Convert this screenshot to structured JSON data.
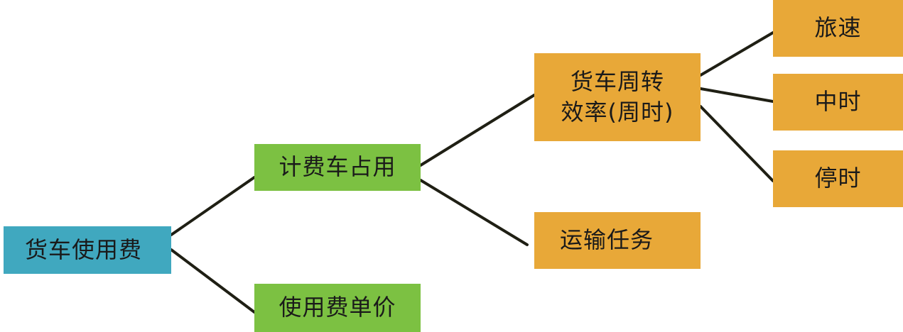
{
  "nodes": {
    "root": {
      "label": "货车使用费",
      "color": "#40a8bf"
    },
    "occupy": {
      "label": "计费车占用",
      "color": "#7cc142"
    },
    "price": {
      "label": "使用费单价",
      "color": "#7cc142"
    },
    "turnover": {
      "line1": "货车周转",
      "line2": "效率(周时)",
      "color": "#e8a838"
    },
    "task": {
      "label": "运输任务",
      "color": "#e8a838"
    },
    "speed": {
      "label": "旅速",
      "color": "#e8a838"
    },
    "midtime": {
      "label": "中时",
      "color": "#e8a838"
    },
    "stop": {
      "label": "停时",
      "color": "#e8a838"
    }
  },
  "edges": [
    {
      "from": "root",
      "to": "occupy"
    },
    {
      "from": "root",
      "to": "price"
    },
    {
      "from": "occupy",
      "to": "turnover"
    },
    {
      "from": "occupy",
      "to": "task"
    },
    {
      "from": "turnover",
      "to": "speed"
    },
    {
      "from": "turnover",
      "to": "midtime"
    },
    {
      "from": "turnover",
      "to": "stop"
    }
  ],
  "line_color": "#1f1f14"
}
